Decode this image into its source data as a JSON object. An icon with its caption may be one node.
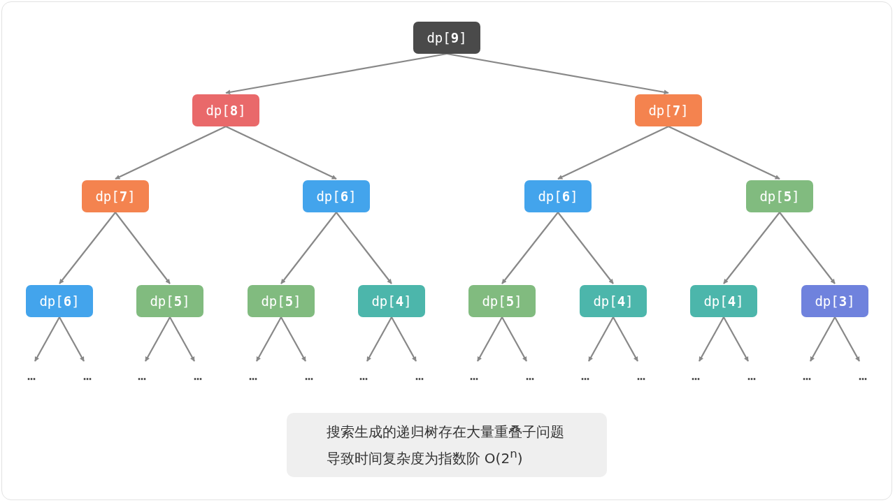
{
  "diagram": {
    "nodes": [
      {
        "text": [
          "dp[**9**]"
        ]
      },
      {
        "text": [
          "dp[**8**]"
        ]
      },
      {
        "text": [
          "dp[**7**]"
        ]
      },
      {
        "text": [
          "dp[**7**]"
        ]
      },
      {
        "text": [
          "dp[**6**]"
        ]
      },
      {
        "text": [
          "dp[**6**]"
        ]
      },
      {
        "text": [
          "dp[**5**]"
        ]
      },
      {
        "text": [
          "dp[**6**]"
        ]
      },
      {
        "text": [
          "dp[**5**]"
        ]
      },
      {
        "text": [
          "dp[**5**]"
        ]
      },
      {
        "text": [
          "dp[**4**]"
        ]
      },
      {
        "text": [
          "dp[**5**]"
        ]
      },
      {
        "text": [
          "dp[**4**]"
        ]
      },
      {
        "text": [
          "dp[**4**]"
        ]
      },
      {
        "text": [
          "dp[**3**]"
        ]
      },
      {
        "text": [
          "…"
        ]
      },
      {
        "text": [
          "…"
        ]
      },
      {
        "text": [
          "…"
        ]
      },
      {
        "text": [
          "…"
        ]
      },
      {
        "text": [
          "…"
        ]
      },
      {
        "text": [
          "…"
        ]
      },
      {
        "text": [
          "…"
        ]
      },
      {
        "text": [
          "…"
        ]
      },
      {
        "text": [
          "…"
        ]
      },
      {
        "text": [
          "…"
        ]
      },
      {
        "text": [
          "…"
        ]
      },
      {
        "text": [
          "…"
        ]
      },
      {
        "text": [
          "…"
        ]
      },
      {
        "text": [
          "…"
        ]
      },
      {
        "text": [
          "…"
        ]
      },
      {
        "text": [
          "…"
        ]
      },
      {
        "text": [
          "搜索生成的递归树存在大量重叠子问题导致时间复杂度为指数阶 O(2$^{n}$)"
        ]
      }
    ],
    "edges": [
      {
        "from": 0,
        "to": 1,
        "arrow": "to"
      },
      {
        "from": 0,
        "to": 2,
        "arrow": "to"
      },
      {
        "from": 1,
        "to": 3,
        "arrow": "to"
      },
      {
        "from": 1,
        "to": 4,
        "arrow": "to"
      },
      {
        "from": 2,
        "to": 5,
        "arrow": "to"
      },
      {
        "from": 2,
        "to": 6,
        "arrow": "to"
      },
      {
        "from": 3,
        "to": 7,
        "arrow": "to"
      },
      {
        "from": 3,
        "to": 8,
        "arrow": "to"
      },
      {
        "from": 4,
        "to": 9,
        "arrow": "to"
      },
      {
        "from": 4,
        "to": 10,
        "arrow": "to"
      },
      {
        "from": 5,
        "to": 11,
        "arrow": "to"
      },
      {
        "from": 5,
        "to": 12,
        "arrow": "to"
      },
      {
        "from": 6,
        "to": 13,
        "arrow": "to"
      },
      {
        "from": 6,
        "to": 14,
        "arrow": "to"
      },
      {
        "from": 7,
        "to": 15,
        "arrow": "to"
      },
      {
        "from": 7,
        "to": 16,
        "arrow": "to"
      },
      {
        "from": 8,
        "to": 17,
        "arrow": "to"
      },
      {
        "from": 8,
        "to": 18,
        "arrow": "to"
      },
      {
        "from": 9,
        "to": 19,
        "arrow": "to"
      },
      {
        "from": 9,
        "to": 20,
        "arrow": "to"
      },
      {
        "from": 10,
        "to": 21,
        "arrow": "to"
      },
      {
        "from": 10,
        "to": 22,
        "arrow": "to"
      },
      {
        "from": 11,
        "to": 23,
        "arrow": "to"
      },
      {
        "from": 11,
        "to": 24,
        "arrow": "to"
      },
      {
        "from": 12,
        "to": 25,
        "arrow": "to"
      },
      {
        "from": 12,
        "to": 26,
        "arrow": "to"
      },
      {
        "from": 13,
        "to": 27,
        "arrow": "to"
      },
      {
        "from": 13,
        "to": 28,
        "arrow": "to"
      },
      {
        "from": 14,
        "to": 29,
        "arrow": "to"
      },
      {
        "from": 14,
        "to": 30,
        "arrow": "to"
      }
    ]
  }
}
